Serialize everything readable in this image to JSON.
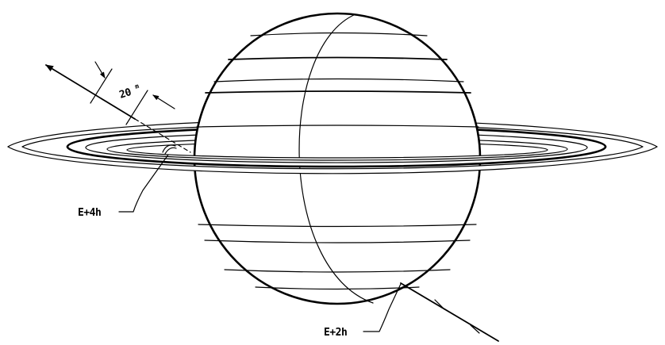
{
  "labels": {
    "interval": "20",
    "interval_unit": "m",
    "position_a": "E+4h",
    "position_b": "E+2h"
  }
}
